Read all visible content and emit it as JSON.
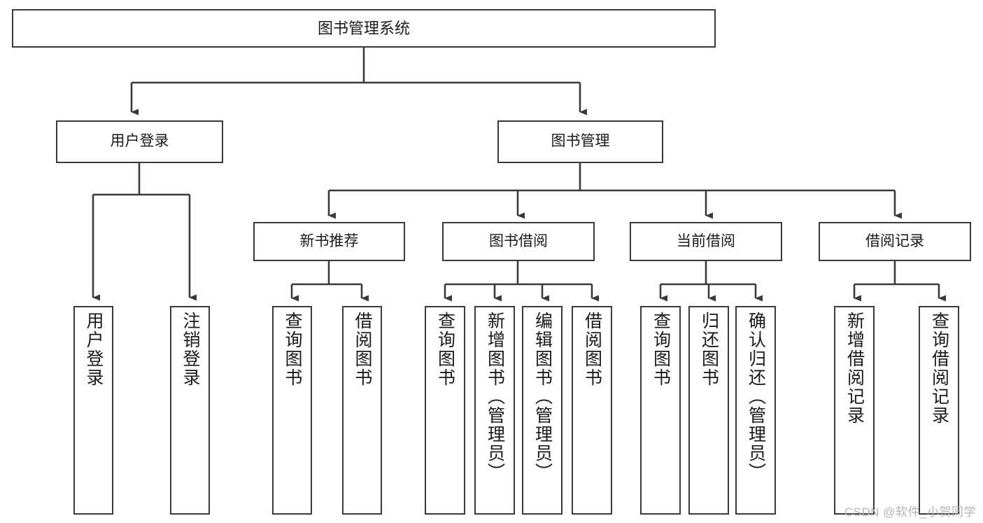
{
  "diagram": {
    "title": "图书管理系统",
    "watermark": "CSDN @软件_小贺同学",
    "colors": {
      "box_border": "#3a3a3a",
      "edge": "#3a3a3a",
      "background": "#ffffff",
      "text": "#1a1a1a",
      "watermark": "#b4b4b4"
    },
    "nodes": {
      "root": {
        "label": "图书管理系统"
      },
      "level1": [
        {
          "label": "用户登录"
        },
        {
          "label": "图书管理"
        }
      ],
      "level2": [
        {
          "label": "新书推荐"
        },
        {
          "label": "图书借阅"
        },
        {
          "label": "当前借阅"
        },
        {
          "label": "借阅记录"
        }
      ],
      "leaves": {
        "user_login": [
          {
            "label": "用户登录"
          },
          {
            "label": "注销登录"
          }
        ],
        "new_book_recommend": [
          {
            "label": "查询图书"
          },
          {
            "label": "借阅图书"
          }
        ],
        "book_borrow": [
          {
            "label": "查询图书"
          },
          {
            "label": "新增图书（管理员）"
          },
          {
            "label": "编辑图书（管理员）"
          },
          {
            "label": "借阅图书"
          }
        ],
        "current_borrow": [
          {
            "label": "查询图书"
          },
          {
            "label": "归还图书"
          },
          {
            "label": "确认归还（管理员）"
          }
        ],
        "borrow_record": [
          {
            "label": "新增借阅记录"
          },
          {
            "label": "查询借阅记录"
          }
        ]
      }
    }
  }
}
